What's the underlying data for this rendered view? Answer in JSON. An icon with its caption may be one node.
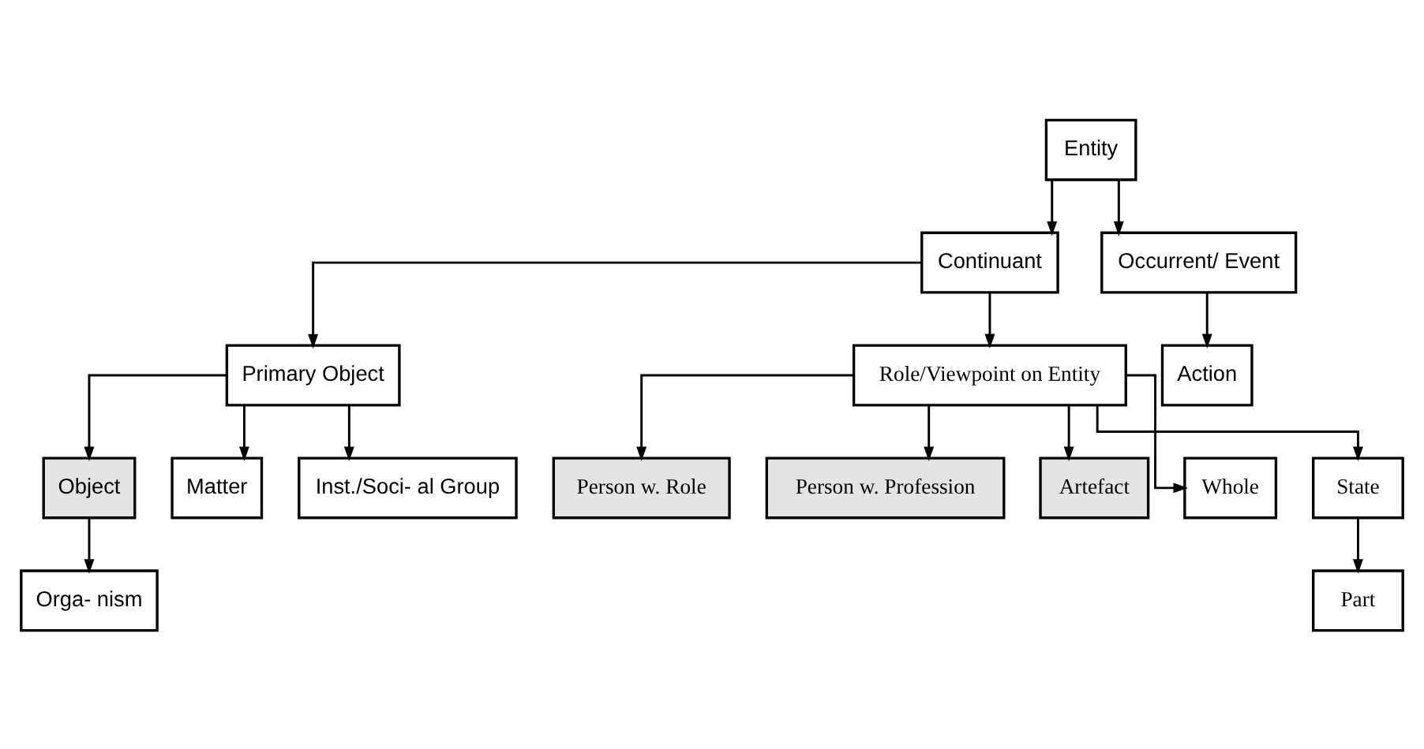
{
  "diagram": {
    "nodes": [
      {
        "text": [
          "Entity"
        ]
      },
      {
        "text": [
          "Continuant"
        ]
      },
      {
        "text": [
          "Primary Object"
        ]
      },
      {
        "text": [
          "Role/Viewpoint on Entity"
        ]
      },
      {
        "text": [
          "Object"
        ]
      },
      {
        "text": [
          "Matter"
        ]
      },
      {
        "text": [
          "Inst./Soci- al Group"
        ]
      },
      {
        "text": [
          "Person w. Role"
        ]
      },
      {
        "text": [
          "Person w. Profession"
        ]
      },
      {
        "text": [
          "Artefact"
        ]
      },
      {
        "text": [
          "Whole"
        ]
      },
      {
        "text": [
          "State"
        ]
      },
      {
        "text": [
          "Occurrent/ Event"
        ]
      },
      {
        "text": [
          "Orga- nism"
        ]
      },
      {
        "text": [
          "Part"
        ]
      },
      {
        "text": [
          "Action"
        ]
      }
    ],
    "edges": [
      {
        "from": 0,
        "to": 1,
        "arrow": "to"
      },
      {
        "from": 0,
        "to": 12,
        "arrow": "to"
      },
      {
        "from": 1,
        "to": 2,
        "arrow": "to"
      },
      {
        "from": 1,
        "to": 3,
        "arrow": "to"
      },
      {
        "from": 2,
        "to": 4,
        "arrow": "to"
      },
      {
        "from": 2,
        "to": 5,
        "arrow": "to"
      },
      {
        "from": 2,
        "to": 6,
        "arrow": "to"
      },
      {
        "from": 3,
        "to": 7,
        "arrow": "to"
      },
      {
        "from": 3,
        "to": 8,
        "arrow": "to"
      },
      {
        "from": 3,
        "to": 9,
        "arrow": "to"
      },
      {
        "from": 3,
        "to": 10,
        "arrow": "to"
      },
      {
        "from": 3,
        "to": 11,
        "arrow": "to"
      },
      {
        "from": 4,
        "to": 13,
        "arrow": "to"
      },
      {
        "from": 11,
        "to": 14,
        "arrow": "to"
      },
      {
        "from": 12,
        "to": 15,
        "arrow": "to"
      }
    ]
  }
}
